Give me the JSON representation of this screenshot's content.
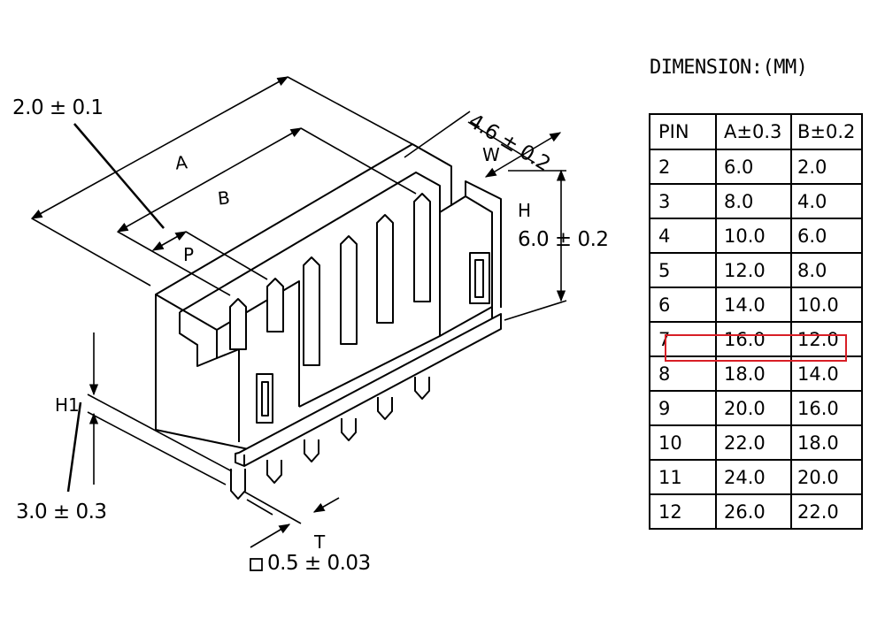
{
  "drawing": {
    "pitch_tolerance": "2.0 ± 0.1",
    "width_tolerance": "4.6 ± 0.2",
    "height_tolerance": "6.0 ± 0.2",
    "h1_tolerance": "3.0 ± 0.3",
    "pin_tolerance": "0.5 ± 0.03",
    "labels": {
      "a": "A",
      "b": "B",
      "p": "P",
      "w": "W",
      "h": "H",
      "h1": "H1",
      "t": "T"
    }
  },
  "table": {
    "title": "DIMENSION:(MM)",
    "headers": [
      "PIN",
      "A±0.3",
      "B±0.2"
    ],
    "rows": [
      [
        "2",
        "6.0",
        "2.0"
      ],
      [
        "3",
        "8.0",
        "4.0"
      ],
      [
        "4",
        "10.0",
        "6.0"
      ],
      [
        "5",
        "12.0",
        "8.0"
      ],
      [
        "6",
        "14.0",
        "10.0"
      ],
      [
        "7",
        "16.0",
        "12.0"
      ],
      [
        "8",
        "18.0",
        "14.0"
      ],
      [
        "9",
        "20.0",
        "16.0"
      ],
      [
        "10",
        "22.0",
        "18.0"
      ],
      [
        "11",
        "24.0",
        "20.0"
      ],
      [
        "12",
        "26.0",
        "22.0"
      ]
    ],
    "highlighted_pin": "7",
    "highlight_color": "#d81e26"
  }
}
